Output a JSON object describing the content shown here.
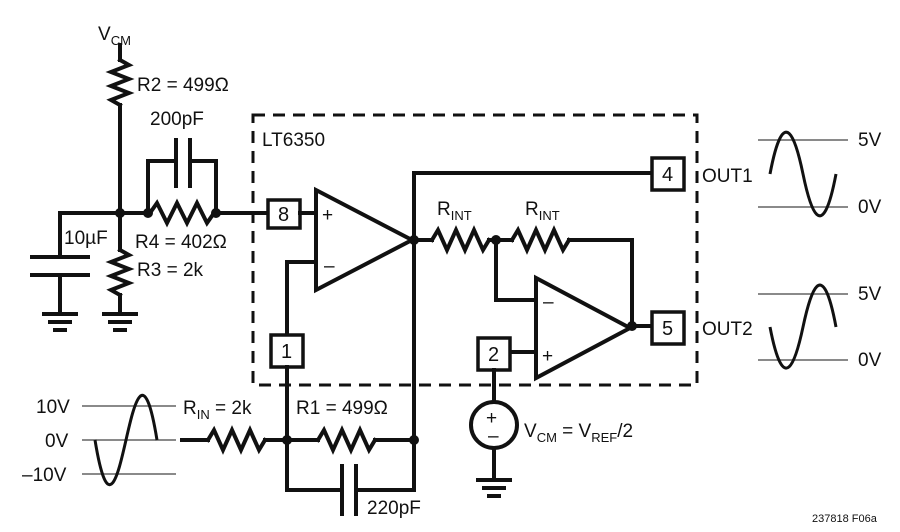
{
  "chip": {
    "name": "LT6350"
  },
  "pins": {
    "p8": "8",
    "p4": "4",
    "p1": "1",
    "p5": "5",
    "p2": "2"
  },
  "labels": {
    "vcm_top": {
      "main": "V",
      "sub": "CM"
    },
    "r2": "R2 = 499Ω",
    "c200": "200pF",
    "c10u": "10µF",
    "r4": "R4 = 402Ω",
    "r3": "R3 = 2k",
    "rint1": {
      "main": "R",
      "sub": "INT"
    },
    "rint2": {
      "main": "R",
      "sub": "INT"
    },
    "out1": "OUT1",
    "out2": "OUT2",
    "rin": {
      "main": "R",
      "sub": "IN",
      "rest": " = 2k"
    },
    "r1": "R1 = 499Ω",
    "c220": "220pF",
    "vcm_src": {
      "v1": "V",
      "s1": "CM",
      "mid": " = V",
      "s2": "REF",
      "end": "/2"
    },
    "part_code": "237818 F06a"
  },
  "out1_wave": {
    "high": "5V",
    "low": "0V"
  },
  "out2_wave": {
    "high": "5V",
    "low": "0V"
  },
  "in_wave": {
    "high": "10V",
    "mid": "0V",
    "low": "–10V"
  }
}
